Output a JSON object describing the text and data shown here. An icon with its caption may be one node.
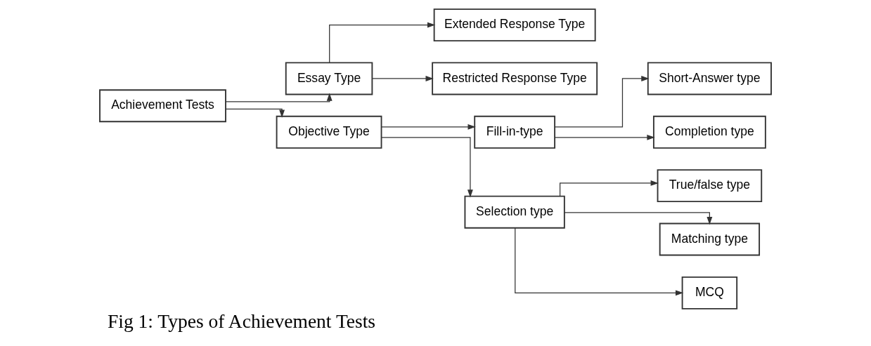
{
  "diagram": {
    "caption": "Fig 1: Types of Achievement Tests",
    "nodes": [
      {
        "text": [
          "Achievement Tests"
        ]
      },
      {
        "text": [
          "Essay Type"
        ]
      },
      {
        "text": [
          "Objective Type"
        ]
      },
      {
        "text": [
          "Extended Response Type"
        ]
      },
      {
        "text": [
          "Restricted Response Type"
        ]
      },
      {
        "text": [
          "Fill-in-type"
        ]
      },
      {
        "text": [
          "Selection type"
        ]
      },
      {
        "text": [
          "Short-Answer type"
        ]
      },
      {
        "text": [
          "Completion type"
        ]
      },
      {
        "text": [
          "True/false type"
        ]
      },
      {
        "text": [
          "Matching type"
        ]
      },
      {
        "text": [
          "MCQ"
        ]
      }
    ],
    "edges": [
      {
        "from": 0,
        "to": 1,
        "arrow": "to"
      },
      {
        "from": 0,
        "to": 2,
        "arrow": "to"
      },
      {
        "from": 1,
        "to": 3,
        "arrow": "to"
      },
      {
        "from": 1,
        "to": 4,
        "arrow": "to"
      },
      {
        "from": 2,
        "to": 5,
        "arrow": "to"
      },
      {
        "from": 2,
        "to": 6,
        "arrow": "to"
      },
      {
        "from": 5,
        "to": 7,
        "arrow": "to"
      },
      {
        "from": 5,
        "to": 8,
        "arrow": "to"
      },
      {
        "from": 6,
        "to": 9,
        "arrow": "to"
      },
      {
        "from": 6,
        "to": 10,
        "arrow": "to"
      },
      {
        "from": 6,
        "to": 11,
        "arrow": "to"
      }
    ]
  }
}
